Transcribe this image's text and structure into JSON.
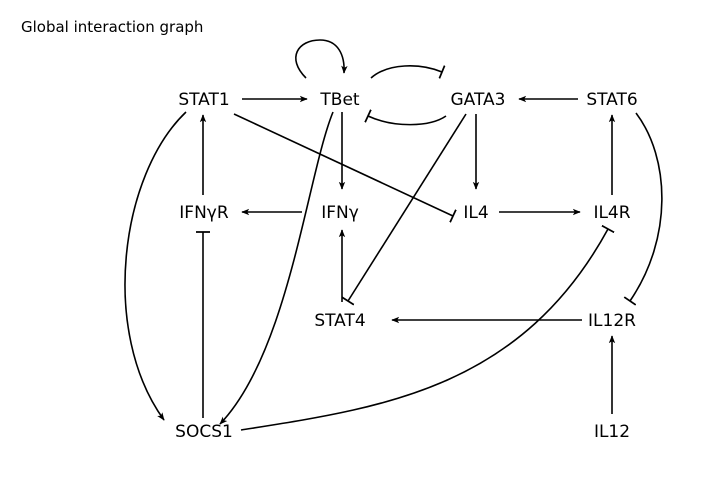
{
  "title": "Global interaction graph",
  "nodes": {
    "stat1": "STAT1",
    "tbet": "TBet",
    "gata3": "GATA3",
    "stat6": "STAT6",
    "ifngr": "IFNγR",
    "ifng": "IFNγ",
    "il4": "IL4",
    "il4r": "IL4R",
    "stat4": "STAT4",
    "il12r": "IL12R",
    "socs1": "SOCS1",
    "il12": "IL12"
  },
  "edges": [
    {
      "from": "STAT1",
      "to": "TBet",
      "type": "activation"
    },
    {
      "from": "TBet",
      "to": "TBet",
      "type": "activation"
    },
    {
      "from": "TBet",
      "to": "GATA3",
      "type": "inhibition"
    },
    {
      "from": "GATA3",
      "to": "TBet",
      "type": "inhibition"
    },
    {
      "from": "STAT6",
      "to": "GATA3",
      "type": "activation"
    },
    {
      "from": "STAT1",
      "to": "IL4",
      "type": "inhibition"
    },
    {
      "from": "STAT1",
      "to": "SOCS1",
      "type": "activation"
    },
    {
      "from": "TBet",
      "to": "IFNγ",
      "type": "activation"
    },
    {
      "from": "TBet",
      "to": "SOCS1",
      "type": "activation"
    },
    {
      "from": "GATA3",
      "to": "IL4",
      "type": "activation"
    },
    {
      "from": "GATA3",
      "to": "STAT4",
      "type": "inhibition"
    },
    {
      "from": "STAT6",
      "to": "IL12R",
      "type": "inhibition"
    },
    {
      "from": "IFNγR",
      "to": "STAT1",
      "type": "activation"
    },
    {
      "from": "IFNγ",
      "to": "IFNγR",
      "type": "activation"
    },
    {
      "from": "IL4",
      "to": "IL4R",
      "type": "activation"
    },
    {
      "from": "IL4R",
      "to": "STAT6",
      "type": "activation"
    },
    {
      "from": "STAT4",
      "to": "IFNγ",
      "type": "activation"
    },
    {
      "from": "IL12R",
      "to": "STAT4",
      "type": "activation"
    },
    {
      "from": "SOCS1",
      "to": "IFNγR",
      "type": "inhibition"
    },
    {
      "from": "SOCS1",
      "to": "IL4R",
      "type": "inhibition"
    },
    {
      "from": "IL12",
      "to": "IL12R",
      "type": "activation"
    }
  ]
}
